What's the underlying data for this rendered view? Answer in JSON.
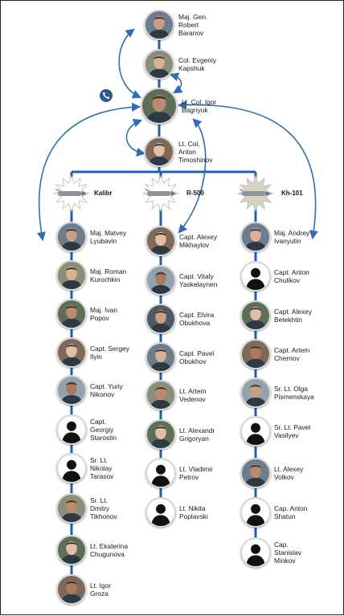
{
  "colors": {
    "line_blue": "#1f5fa8",
    "arrow_blue": "#2f6db5",
    "silhouette": "#111111"
  },
  "top_chain": [
    {
      "id": "baranov",
      "lines": [
        "Maj. Gen.",
        "Robert",
        "Baranov"
      ],
      "photo": "photo"
    },
    {
      "id": "kapshuk",
      "lines": [
        "Col. Evgeniy",
        "Kapshuk"
      ],
      "photo": "photo"
    },
    {
      "id": "bagnyuk",
      "lines": [
        "Lt. Col. Igor",
        "Bagnyuk"
      ],
      "photo": "photo"
    },
    {
      "id": "timoshinov",
      "lines": [
        "Lt. Col.",
        "Anton",
        "Timoshinov"
      ],
      "photo": "photo"
    }
  ],
  "phone_icon": "phone-icon",
  "missiles": [
    {
      "id": "kalibr",
      "label": "Kalibr"
    },
    {
      "id": "r500",
      "label": "R-500"
    },
    {
      "id": "kh101",
      "label": "Kh-101"
    }
  ],
  "columns": [
    {
      "id": "kalibr",
      "people": [
        {
          "lines": [
            "Maj. Matvey",
            "Lyubavin"
          ],
          "photo": "photo"
        },
        {
          "lines": [
            "Maj. Roman",
            "Kurochkin"
          ],
          "photo": "photo"
        },
        {
          "lines": [
            "Maj. Ivan",
            "Popov"
          ],
          "photo": "photo"
        },
        {
          "lines": [
            "Capt. Sergey",
            "Ilyin"
          ],
          "photo": "photo"
        },
        {
          "lines": [
            "Capt. Yuriy",
            "Nikonov"
          ],
          "photo": "photo"
        },
        {
          "lines": [
            "Capt.",
            "Georgiy",
            "Starostin"
          ],
          "photo": "silhouette"
        },
        {
          "lines": [
            "Sr. Lt.",
            "Nikolay",
            "Tarasov"
          ],
          "photo": "silhouette"
        },
        {
          "lines": [
            "Sr. Lt.",
            "Dmitry",
            "Tikhonov"
          ],
          "photo": "photo"
        },
        {
          "lines": [
            "Lt. Ekaterina",
            "Chugunova"
          ],
          "photo": "photo"
        },
        {
          "lines": [
            "Lt. Igor",
            "Groza"
          ],
          "photo": "photo"
        }
      ]
    },
    {
      "id": "r500",
      "people": [
        {
          "lines": [
            "Capt. Alexey",
            "Mikhaylov"
          ],
          "photo": "photo"
        },
        {
          "lines": [
            "Capt. Vitaly",
            "Yaskelaynen"
          ],
          "photo": "photo"
        },
        {
          "lines": [
            "Capt. Elvira",
            "Obukhova"
          ],
          "photo": "photo"
        },
        {
          "lines": [
            "Capt. Pavel",
            "Obukhov"
          ],
          "photo": "photo"
        },
        {
          "lines": [
            "Lt. Artem",
            "Vedenov"
          ],
          "photo": "photo"
        },
        {
          "lines": [
            "Lt. Alexandr",
            "Grigoryan"
          ],
          "photo": "photo"
        },
        {
          "lines": [
            "Lt. Vladimir",
            "Petrov"
          ],
          "photo": "silhouette"
        },
        {
          "lines": [
            "Lt. Nikita",
            "Poplavski"
          ],
          "photo": "silhouette"
        }
      ]
    },
    {
      "id": "kh101",
      "people": [
        {
          "lines": [
            "Maj. Andrey",
            "Ivanyutin"
          ],
          "photo": "photo"
        },
        {
          "lines": [
            "Capt. Anton",
            "Chulikov"
          ],
          "photo": "silhouette"
        },
        {
          "lines": [
            "Capt. Alexey",
            "Betekhtin"
          ],
          "photo": "photo"
        },
        {
          "lines": [
            "Capt. Artem",
            "Chernov"
          ],
          "photo": "photo"
        },
        {
          "lines": [
            "Sr. Lt. Olga",
            "Pismenskaya"
          ],
          "photo": "photo"
        },
        {
          "lines": [
            "Sr. Lt. Pavel",
            "Vasilyev"
          ],
          "photo": "silhouette"
        },
        {
          "lines": [
            "Lt. Alexey",
            "Volkov"
          ],
          "photo": "photo"
        },
        {
          "lines": [
            "Cap. Anton",
            "Shatun"
          ],
          "photo": "silhouette"
        },
        {
          "lines": [
            "Cap.",
            "Stanislav",
            "Minkov"
          ],
          "photo": "silhouette"
        }
      ]
    }
  ]
}
